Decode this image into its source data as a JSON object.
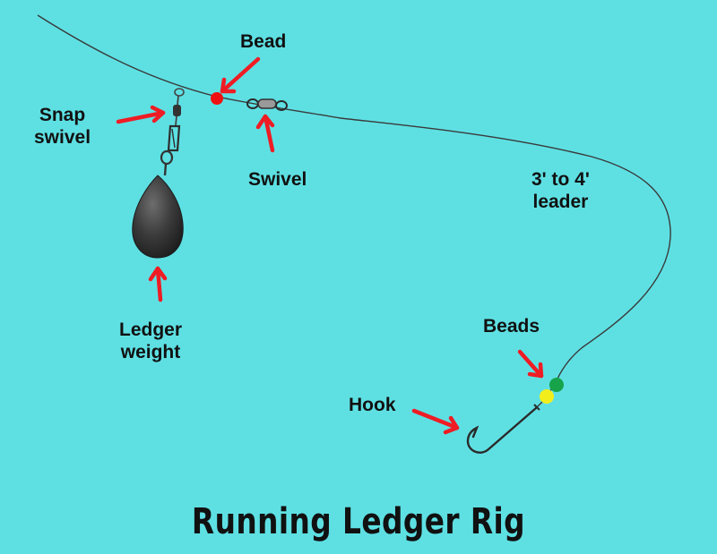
{
  "title": "Running Ledger Rig",
  "labels": {
    "bead": "Bead",
    "snap_swivel": [
      "Snap",
      "swivel"
    ],
    "swivel": "Swivel",
    "ledger_weight": [
      "Ledger",
      "weight"
    ],
    "leader": [
      "3' to 4'",
      "leader"
    ],
    "beads": "Beads",
    "hook": "Hook"
  },
  "colors": {
    "background": "#5ee0e3",
    "arrow": "#ef1c24",
    "bead_red": "#ef1111",
    "bead_green": "#16a34a",
    "bead_yellow": "#f2ee1c",
    "line": "#3a3a3a"
  }
}
